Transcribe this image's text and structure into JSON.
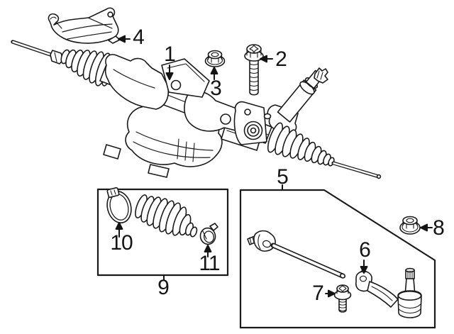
{
  "page": {
    "background_color": "#ffffff",
    "line_color": "#1a1a1a",
    "label_color": "#141414"
  },
  "diagram": {
    "type": "exploded-parts-line-drawing",
    "subject": "rack-and-pinion steering gear with tie rods, bellows boots and fasteners",
    "kit_boxes": [
      {
        "label": "9",
        "shape": "rectangle"
      },
      {
        "label": "5",
        "shape": "beveled-polygon"
      }
    ],
    "callouts": [
      {
        "label": "1",
        "arrow": "down",
        "points_to": "steering-gear-assembly"
      },
      {
        "label": "2",
        "arrow": "left",
        "points_to": "mounting-flange-bolt"
      },
      {
        "label": "3",
        "arrow": "up",
        "points_to": "mounting-flange-nut"
      },
      {
        "label": "4",
        "arrow": "left",
        "points_to": "heat-shield-bracket"
      },
      {
        "label": "5",
        "arrow": "tick",
        "points_to": "tie-rod-kit-box"
      },
      {
        "label": "6",
        "arrow": "down",
        "points_to": "outer-tie-rod-end"
      },
      {
        "label": "7",
        "arrow": "right",
        "points_to": "tie-rod-end-bolt"
      },
      {
        "label": "8",
        "arrow": "left",
        "points_to": "tie-rod-flange-nut"
      },
      {
        "label": "9",
        "arrow": "tick",
        "points_to": "boot-kit-box"
      },
      {
        "label": "10",
        "arrow": "up",
        "points_to": "boot-clamp-large"
      },
      {
        "label": "11",
        "arrow": "up",
        "points_to": "boot-clamp-small"
      }
    ]
  }
}
